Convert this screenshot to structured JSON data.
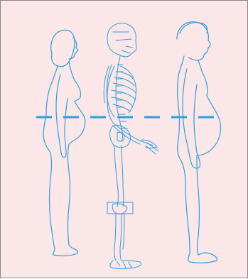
{
  "figure": {
    "background": "#fbe6e8",
    "line_color": "#2f9fd8",
    "figures": [
      "woman-profile",
      "skeleton-profile",
      "man-profile"
    ]
  }
}
